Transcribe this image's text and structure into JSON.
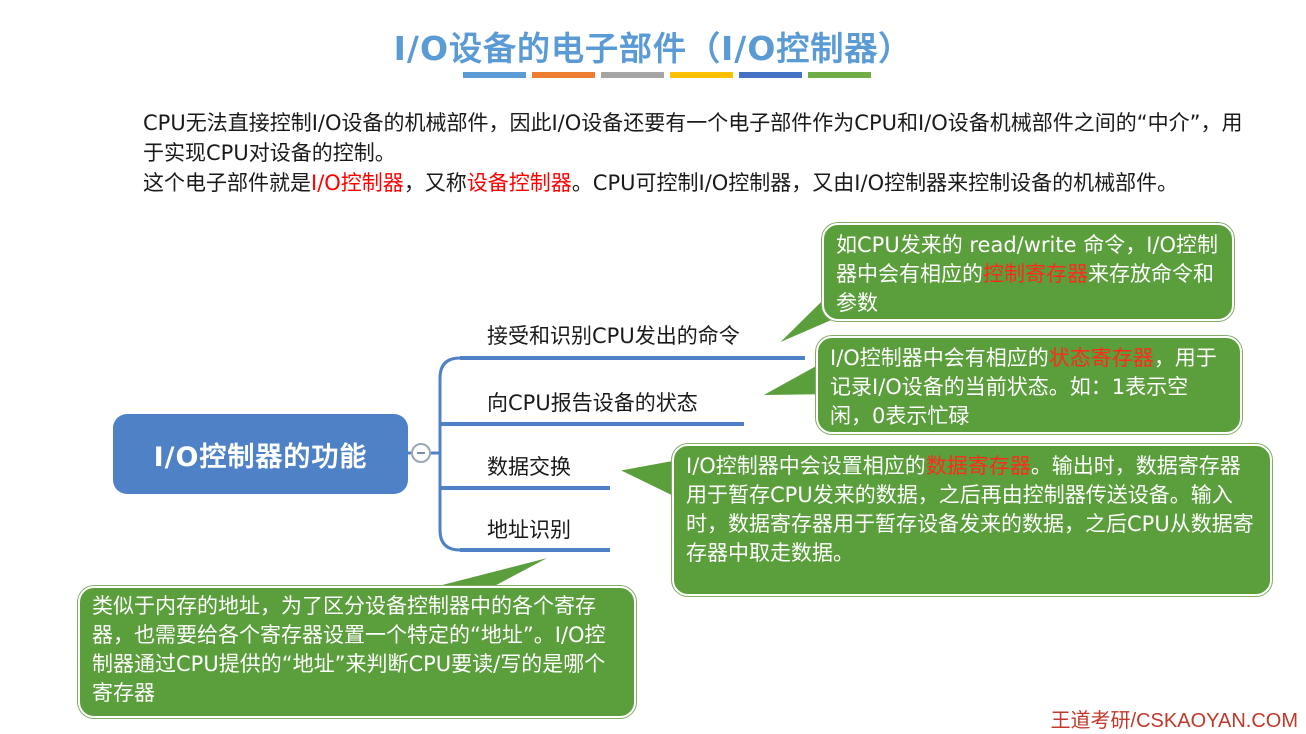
{
  "title": "I/O设备的电子部件（I/O控制器）",
  "title_bar_colors": [
    "#5b9bd5",
    "#ed7d31",
    "#a5a5a5",
    "#ffc000",
    "#4472c4",
    "#70ad47"
  ],
  "intro": {
    "p1": "CPU无法直接控制I/O设备的机械部件，因此I/O设备还要有一个电子部件作为CPU和I/O设备机械部件之间的“中介”，用于实现CPU对设备的控制。",
    "p2_a": "这个电子部件就是",
    "p2_red1": "I/O控制器",
    "p2_b": "，又称",
    "p2_red2": "设备控制器",
    "p2_c": "。CPU可控制I/O控制器，又由I/O控制器来控制设备的机械部件。"
  },
  "mindmap": {
    "root": "I/O控制器的功能",
    "branches": [
      "接受和识别CPU发出的命令",
      "向CPU报告设备的状态",
      "数据交换",
      "地址识别"
    ]
  },
  "callouts": {
    "c1_a": "如CPU发来的 read/write 命令，I/O控制器中会有相应的",
    "c1_red": "控制寄存器",
    "c1_b": "来存放命令和参数",
    "c2_a": "I/O控制器中会有相应的",
    "c2_red": "状态寄存器",
    "c2_b": "，用于记录I/O设备的当前状态。如：1表示空闲，0表示忙碌",
    "c3_a": "I/O控制器中会设置相应的",
    "c3_red": "数据寄存器",
    "c3_b": "。输出时，数据寄存器用于暂存CPU发来的数据，之后再由控制器传送设备。输入时，数据寄存器用于暂存设备发来的数据，之后CPU从数据寄存器中取走数据。",
    "c4": "类似于内存的地址，为了区分设备控制器中的各个寄存器，也需要给各个寄存器设置一个特定的“地址”。I/O控制器通过CPU提供的“地址”来判断CPU要读/写的是哪个寄存器"
  },
  "footer": "王道考研/CSKAOYAN.COM"
}
